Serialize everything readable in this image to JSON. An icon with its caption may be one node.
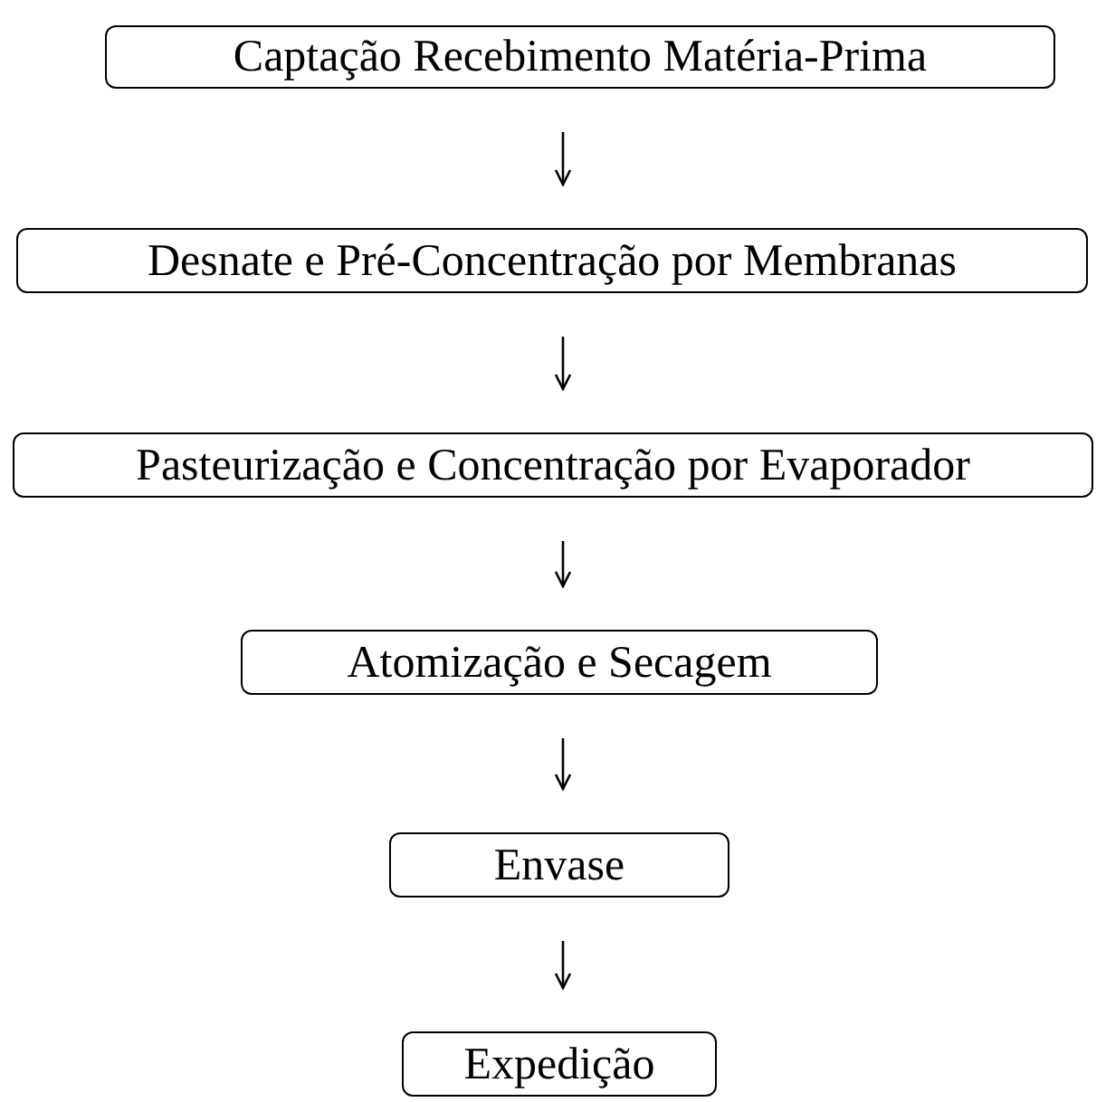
{
  "diagram": {
    "nodes": [
      {
        "text": [
          "Captação Recebimento Matéria-Prima"
        ]
      },
      {
        "text": [
          "Desnate e Pré-Concentração por Membranas"
        ]
      },
      {
        "text": [
          "Pasteurização e Concentração por Evaporador"
        ]
      },
      {
        "text": [
          "Atomização e Secagem"
        ]
      },
      {
        "text": [
          "Envase"
        ]
      },
      {
        "text": [
          "Expedição"
        ]
      }
    ],
    "edges": [
      {
        "from": 0,
        "to": 1,
        "arrow": "to"
      },
      {
        "from": 1,
        "to": 2,
        "arrow": "to"
      },
      {
        "from": 2,
        "to": 3,
        "arrow": "to"
      },
      {
        "from": 3,
        "to": 4,
        "arrow": "to"
      },
      {
        "from": 4,
        "to": 5,
        "arrow": "to"
      }
    ]
  }
}
